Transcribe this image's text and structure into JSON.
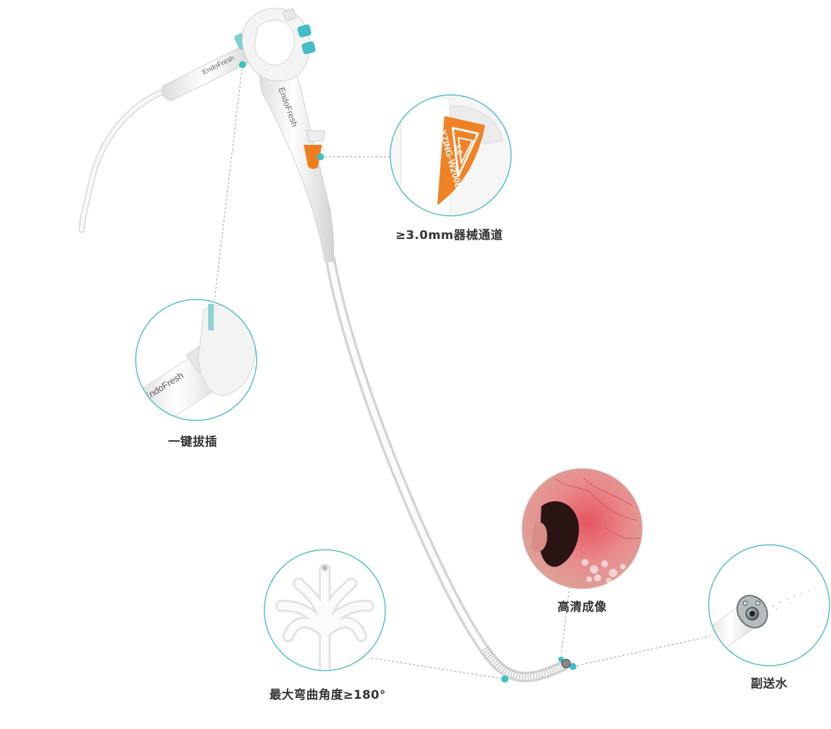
{
  "colors": {
    "accent": "#3cc0c6",
    "ring": "#55bfc3",
    "scope": "#f2f2f2",
    "orange": "#f07c1e",
    "label": "#333333"
  },
  "brand": {
    "handle_logo": "EndoFresh",
    "port_marking": "XZING-W200B",
    "port_size": "3.0"
  },
  "callouts": {
    "channel": "≥3.0mm器械通道",
    "one_key": "一键拔插",
    "hd_imaging": "高清成像",
    "bending": "最大弯曲角度≥180°",
    "aux_water": "副送水"
  }
}
